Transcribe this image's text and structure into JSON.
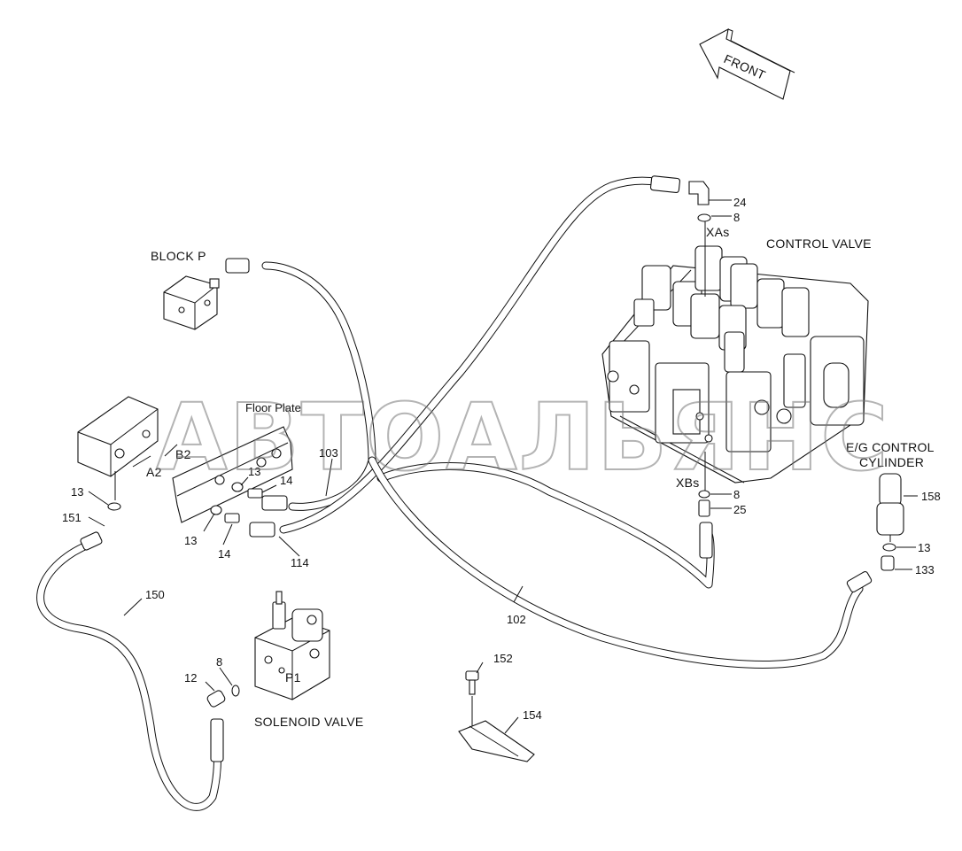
{
  "front_label": "FRONT",
  "watermark": "АВТОАЛЬЯНС",
  "titles": {
    "block_p": "BLOCK P",
    "control_valve": "CONTROL VALVE",
    "floor_plate": "Floor Plate",
    "eg_line1": "E/G CONTROL",
    "eg_line2": "CYLINDER",
    "solenoid_valve": "SOLENOID VALVE"
  },
  "port_labels": {
    "xas": "XAs",
    "xbs": "XBs",
    "a2": "A2",
    "b2": "B2",
    "p1": "P1"
  },
  "callouts": {
    "c24": "24",
    "c8_top": "8",
    "c8_mid": "8",
    "c25": "25",
    "c103": "103",
    "c14_upper": "14",
    "c13_plate_upper": "13",
    "c13_plate_lower": "13",
    "c14_lower": "14",
    "c114": "114",
    "c13_left": "13",
    "c151": "151",
    "c150": "150",
    "c158": "158",
    "c13_right": "13",
    "c133": "133",
    "c102": "102",
    "c152": "152",
    "c154": "154",
    "c8_sol": "8",
    "c12": "12"
  }
}
